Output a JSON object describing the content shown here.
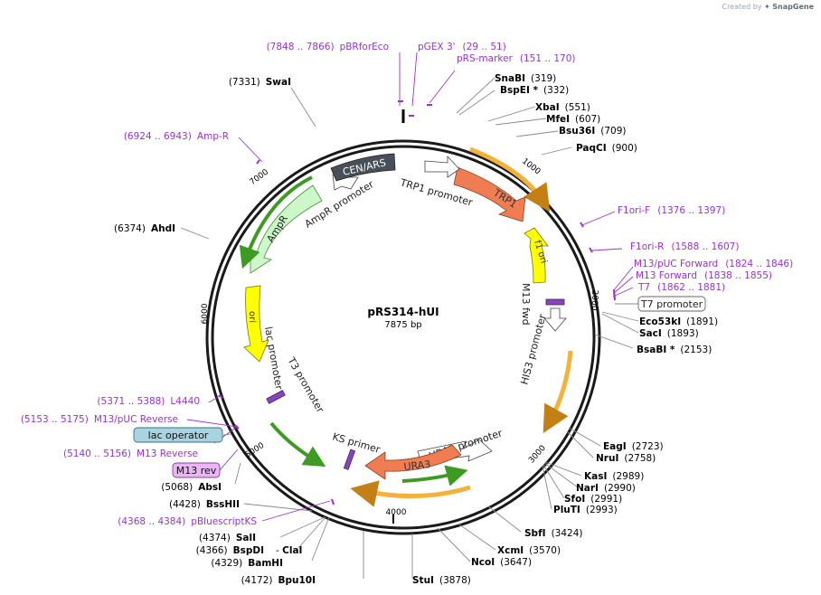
{
  "credit": {
    "prefix": "Created by",
    "brand": "SnapGene"
  },
  "plasmid": {
    "name": "pRS314-hUI",
    "size": "7875 bp"
  },
  "ticks": [
    "1000",
    "2000",
    "3000",
    "4000",
    "5000",
    "6000",
    "7000"
  ],
  "sites": [
    {
      "name": "SnaBI",
      "pos": "(319)",
      "star": false
    },
    {
      "name": "BspEI",
      "pos": "(332)",
      "star": true
    },
    {
      "name": "XbaI",
      "pos": "(551)",
      "star": false
    },
    {
      "name": "MfeI",
      "pos": "(607)",
      "star": false
    },
    {
      "name": "Bsu36I",
      "pos": "(709)",
      "star": false
    },
    {
      "name": "PaqCI",
      "pos": "(900)",
      "star": false
    },
    {
      "name": "Eco53kI",
      "pos": "(1891)",
      "star": false
    },
    {
      "name": "SacI",
      "pos": "(1893)",
      "star": false
    },
    {
      "name": "BsaBI",
      "pos": "(2153)",
      "star": true
    },
    {
      "name": "EagI",
      "pos": "(2723)",
      "star": false
    },
    {
      "name": "NruI",
      "pos": "(2758)",
      "star": false
    },
    {
      "name": "KasI",
      "pos": "(2989)",
      "star": false
    },
    {
      "name": "NarI",
      "pos": "(2990)",
      "star": false
    },
    {
      "name": "SfoI",
      "pos": "(2991)",
      "star": false
    },
    {
      "name": "PluTI",
      "pos": "(2993)",
      "star": false
    },
    {
      "name": "SbfI",
      "pos": "(3424)",
      "star": false
    },
    {
      "name": "XcmI",
      "pos": "(3570)",
      "star": false
    },
    {
      "name": "NcoI",
      "pos": "(3647)",
      "star": false
    },
    {
      "name": "StuI",
      "pos": "(3878)",
      "star": false
    },
    {
      "name": "Bpu10I",
      "pos": "(4172)",
      "star": false
    },
    {
      "name": "BamHI",
      "pos": "(4329)",
      "star": false
    },
    {
      "name": "ClaI",
      "pos": "",
      "star": false
    },
    {
      "name": "BspDI",
      "pos": "(4366)",
      "star": false
    },
    {
      "name": "SalI",
      "pos": "(4374)",
      "star": false
    },
    {
      "name": "BssHII",
      "pos": "(4428)",
      "star": false
    },
    {
      "name": "AbsI",
      "pos": "(5068)",
      "star": false
    },
    {
      "name": "AhdI",
      "pos": "(6374)",
      "star": false
    },
    {
      "name": "SwaI",
      "pos": "(7331)",
      "star": false
    }
  ],
  "primers": [
    {
      "name": "pBRforEco",
      "range": "(7848 .. 7866)"
    },
    {
      "name": "pGEX 3'",
      "range": "(29 .. 51)"
    },
    {
      "name": "pRS-marker",
      "range": "(151 .. 170)"
    },
    {
      "name": "F1ori-F",
      "range": "(1376 .. 1397)"
    },
    {
      "name": "F1ori-R",
      "range": "(1588 .. 1607)"
    },
    {
      "name": "M13/pUC Forward",
      "range": "(1824 .. 1846)"
    },
    {
      "name": "M13 Forward",
      "range": "(1838 .. 1855)"
    },
    {
      "name": "T7",
      "range": "(1862 .. 1881)"
    },
    {
      "name": "Amp-R",
      "range": "(6924 .. 6943)"
    },
    {
      "name": "L4440",
      "range": "(5371 .. 5388)"
    },
    {
      "name": "M13/pUC Reverse",
      "range": "(5153 .. 5175)"
    },
    {
      "name": "M13 Reverse",
      "range": "(5140 .. 5156)"
    },
    {
      "name": "pBluescriptKS",
      "range": "(4368 .. 4384)"
    }
  ],
  "boxed": {
    "t7_promoter": "T7 promoter",
    "lac_operator": "lac operator",
    "m13_rev": "M13 rev"
  },
  "features": {
    "trp1": "TRP1",
    "trp1_promoter": "TRP1 promoter",
    "f1_ori": "f1 ori",
    "m13_fwd": "M13 fwd",
    "his3_promoter": "HIS3 promoter",
    "ura3": "URA3",
    "ura3_promoter": "URA3 promoter",
    "ks_primer": "KS primer",
    "t3_promoter": "T3 promoter",
    "lac_promoter": "lac promoter",
    "ori": "ori",
    "ampr": "AmpR",
    "ampr_promoter": "AmpR promoter",
    "cen_ars": "CEN/ARS"
  },
  "colors": {
    "primer": "#9933cc",
    "trp1": "#f07c52",
    "ura3": "#f07c52",
    "ori": "#ffff00",
    "ampr": "#ccf7c8",
    "orf_arrow": "#f3b23b",
    "green_arrow": "#3e9b22",
    "cen_ars": "#474f58"
  }
}
